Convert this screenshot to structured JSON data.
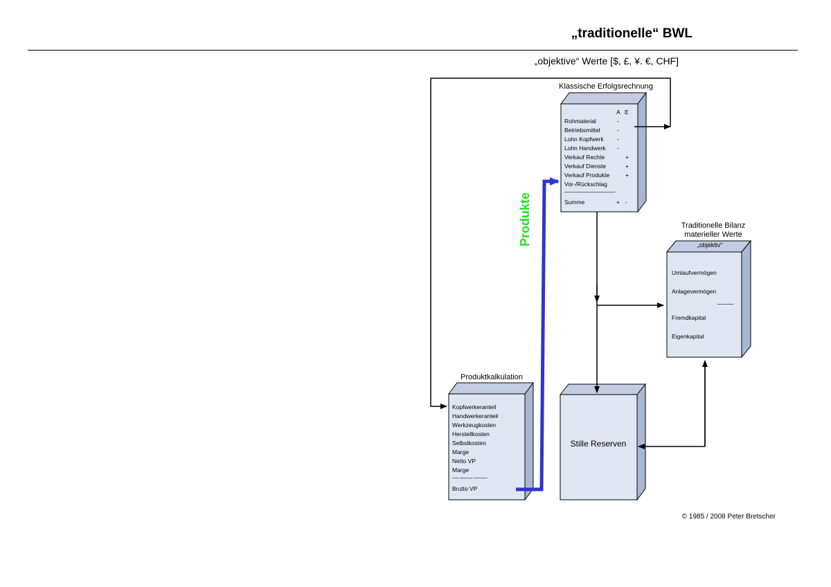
{
  "header": {
    "title": "„traditionelle“ BWL",
    "subtitle": "„objektive“ Werte [$, £, ¥. €, CHF]"
  },
  "colors": {
    "box_face": "#dfe6f2",
    "box_side": "#a9b7d2",
    "product_flow": "#3333cc",
    "produkte_label": "#22dd22"
  },
  "erfolgsrechnung": {
    "title": "Klassische Erfolgsrechnung",
    "col_a": "A",
    "col_e": "E",
    "rows": [
      {
        "label": "Rohmaterial",
        "mark": "-"
      },
      {
        "label": "Betriebsmittel",
        "mark": "-"
      },
      {
        "label": "Lohn Kopfwerk",
        "mark": "-"
      },
      {
        "label": "Lohn Handwerk",
        "mark": "-"
      },
      {
        "label": "Verkauf Rechte",
        "mark": "+"
      },
      {
        "label": "Verkauf Dienste",
        "mark": "+"
      },
      {
        "label": "Verkauf Produkte",
        "mark": "+"
      },
      {
        "label": "Vor-/Rückschlag",
        "mark": ""
      }
    ],
    "divider": "----------------------------------------",
    "sum_label": "Summe",
    "sum_a": "+",
    "sum_e": "-"
  },
  "bilanz": {
    "title_line1": "Traditionelle Bilanz",
    "title_line2": "materieller Werte",
    "tag": "„objektiv“",
    "items": [
      "Umlaufvermögen",
      "Anlagevermögen",
      "Fremdkapital",
      "Eigenkapital"
    ],
    "separator": "_____"
  },
  "kalkulation": {
    "title": "Produktkalkulation",
    "rows": [
      "Kopfwerkeranteil",
      "Handwerkeranteil",
      "Werkzeugkosten",
      "Herstellkosten",
      "Selbstkosten",
      "Marge",
      "Netto VP",
      "Marge"
    ],
    "divider": "----- ---------- -----------",
    "final": "Brutto VP"
  },
  "reserven": {
    "label": "Stille Reserven"
  },
  "flow": {
    "label": "Produkte"
  },
  "footer": {
    "copyright": "© 1985 / 2008 Peter Bretscher"
  }
}
